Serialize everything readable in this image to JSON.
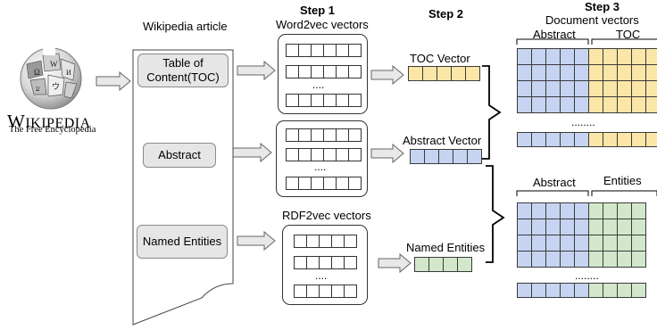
{
  "wikipedia": {
    "name_first": "W",
    "name_rest": "IKIPEDIA",
    "tagline": "The Free Encyclopedia"
  },
  "article": {
    "title": "Wikipedia article",
    "items": [
      "Table of Content(TOC)",
      "Abstract",
      "Named Entities"
    ]
  },
  "step1": {
    "label": "Step 1",
    "word2vec_title": "Word2vec vectors",
    "rdf2vec_title": "RDF2vec vectors",
    "ellipsis": "...."
  },
  "step2": {
    "label": "Step 2",
    "toc_vector": "TOC Vector",
    "abstract_vector": "Abstract Vector",
    "named_entities": "Named Entities"
  },
  "step3": {
    "label": "Step 3",
    "doc_vectors_title": "Document vectors",
    "upper": {
      "left_label": "Abstract",
      "right_label": "TOC",
      "ellipsis": "........"
    },
    "lower": {
      "left_label": "Abstract",
      "right_label": "Entities",
      "ellipsis": "........"
    }
  },
  "colors": {
    "abstract": "#c6d4f2",
    "toc": "#fbe6a8",
    "entities": "#d3e8cb",
    "button": "#e6e6e6"
  }
}
